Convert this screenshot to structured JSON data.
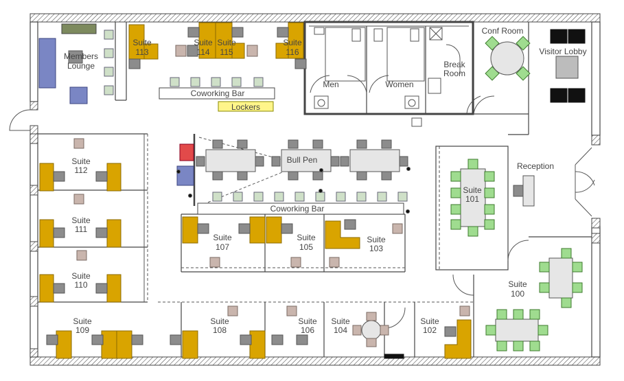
{
  "rooms": {
    "members_lounge": [
      "Members",
      "Lounge"
    ],
    "suite_113": [
      "Suite",
      "113"
    ],
    "suite_114": [
      "Suite",
      "114"
    ],
    "suite_115": [
      "Suite",
      "115"
    ],
    "suite_116": [
      "Suite",
      "116"
    ],
    "men": "Men",
    "women": "Women",
    "break_room": [
      "Break",
      "Room"
    ],
    "conf_room": "Conf Room",
    "visitor_lobby": "Visitor Lobby",
    "coworking_bar_top": "Coworking Bar",
    "lockers": "Lockers",
    "bull_pen": "Bull Pen",
    "coworking_bar_mid": "Coworking Bar",
    "reception": "Reception",
    "suite_101": [
      "Suite",
      "101"
    ],
    "suite_100": [
      "Suite",
      "100"
    ],
    "suite_112": [
      "Suite",
      "112"
    ],
    "suite_111": [
      "Suite",
      "111"
    ],
    "suite_110": [
      "Suite",
      "110"
    ],
    "suite_109": [
      "Suite",
      "109"
    ],
    "suite_108": [
      "Suite",
      "108"
    ],
    "suite_107": [
      "Suite",
      "107"
    ],
    "suite_106": [
      "Suite",
      "106"
    ],
    "suite_105": [
      "Suite",
      "105"
    ],
    "suite_104": [
      "Suite",
      "104"
    ],
    "suite_103": [
      "Suite",
      "103"
    ],
    "suite_102": [
      "Suite",
      "102"
    ]
  },
  "colors": {
    "desk": "#d9a400",
    "desk_stroke": "#8a6a00",
    "chair": "#8c8c8c",
    "chair_beige": "#c9b5ad",
    "chair_light": "#cfe0c8",
    "chair_green": "#9fdc8f",
    "table": "#e6e6e6",
    "lounge_blue": "#7a86c4",
    "locker_yellow": "#fff58a",
    "red_box": "#e24a4a",
    "olive": "#7d8a5e",
    "black": "#111111"
  }
}
